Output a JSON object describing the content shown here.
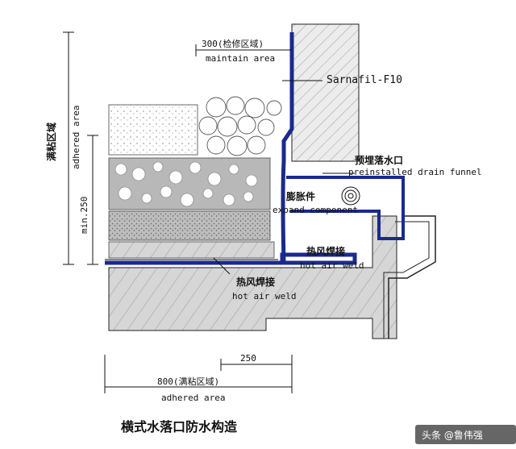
{
  "title": "横式水落口防水构造",
  "watermark": "头条 @鲁伟强",
  "labels": {
    "maintain_cn": "300(检修区域)",
    "maintain_en": "maintain area",
    "membrane": "Sarnafil-F10",
    "funnel_cn": "预埋落水口",
    "funnel_en": "preinstalled drain funnel",
    "expand_cn": "膨胀件",
    "expand_en": "expand component",
    "weld1_cn": "热风焊接",
    "weld1_en": "hot air weld",
    "weld2_cn": "热风焊接",
    "weld2_en": "hot air weld",
    "adhered_cn": "满粘区域",
    "adhered_en": "adhered area",
    "min_height": "min.250",
    "dim_250": "250",
    "dim_800_cn": "800(满粘区域)",
    "dim_800_en": "adhered area"
  },
  "colors": {
    "membrane": "#1a2a8c",
    "line": "#111111",
    "concrete": "#d4d4d4",
    "watermark_bg": "#333333"
  }
}
